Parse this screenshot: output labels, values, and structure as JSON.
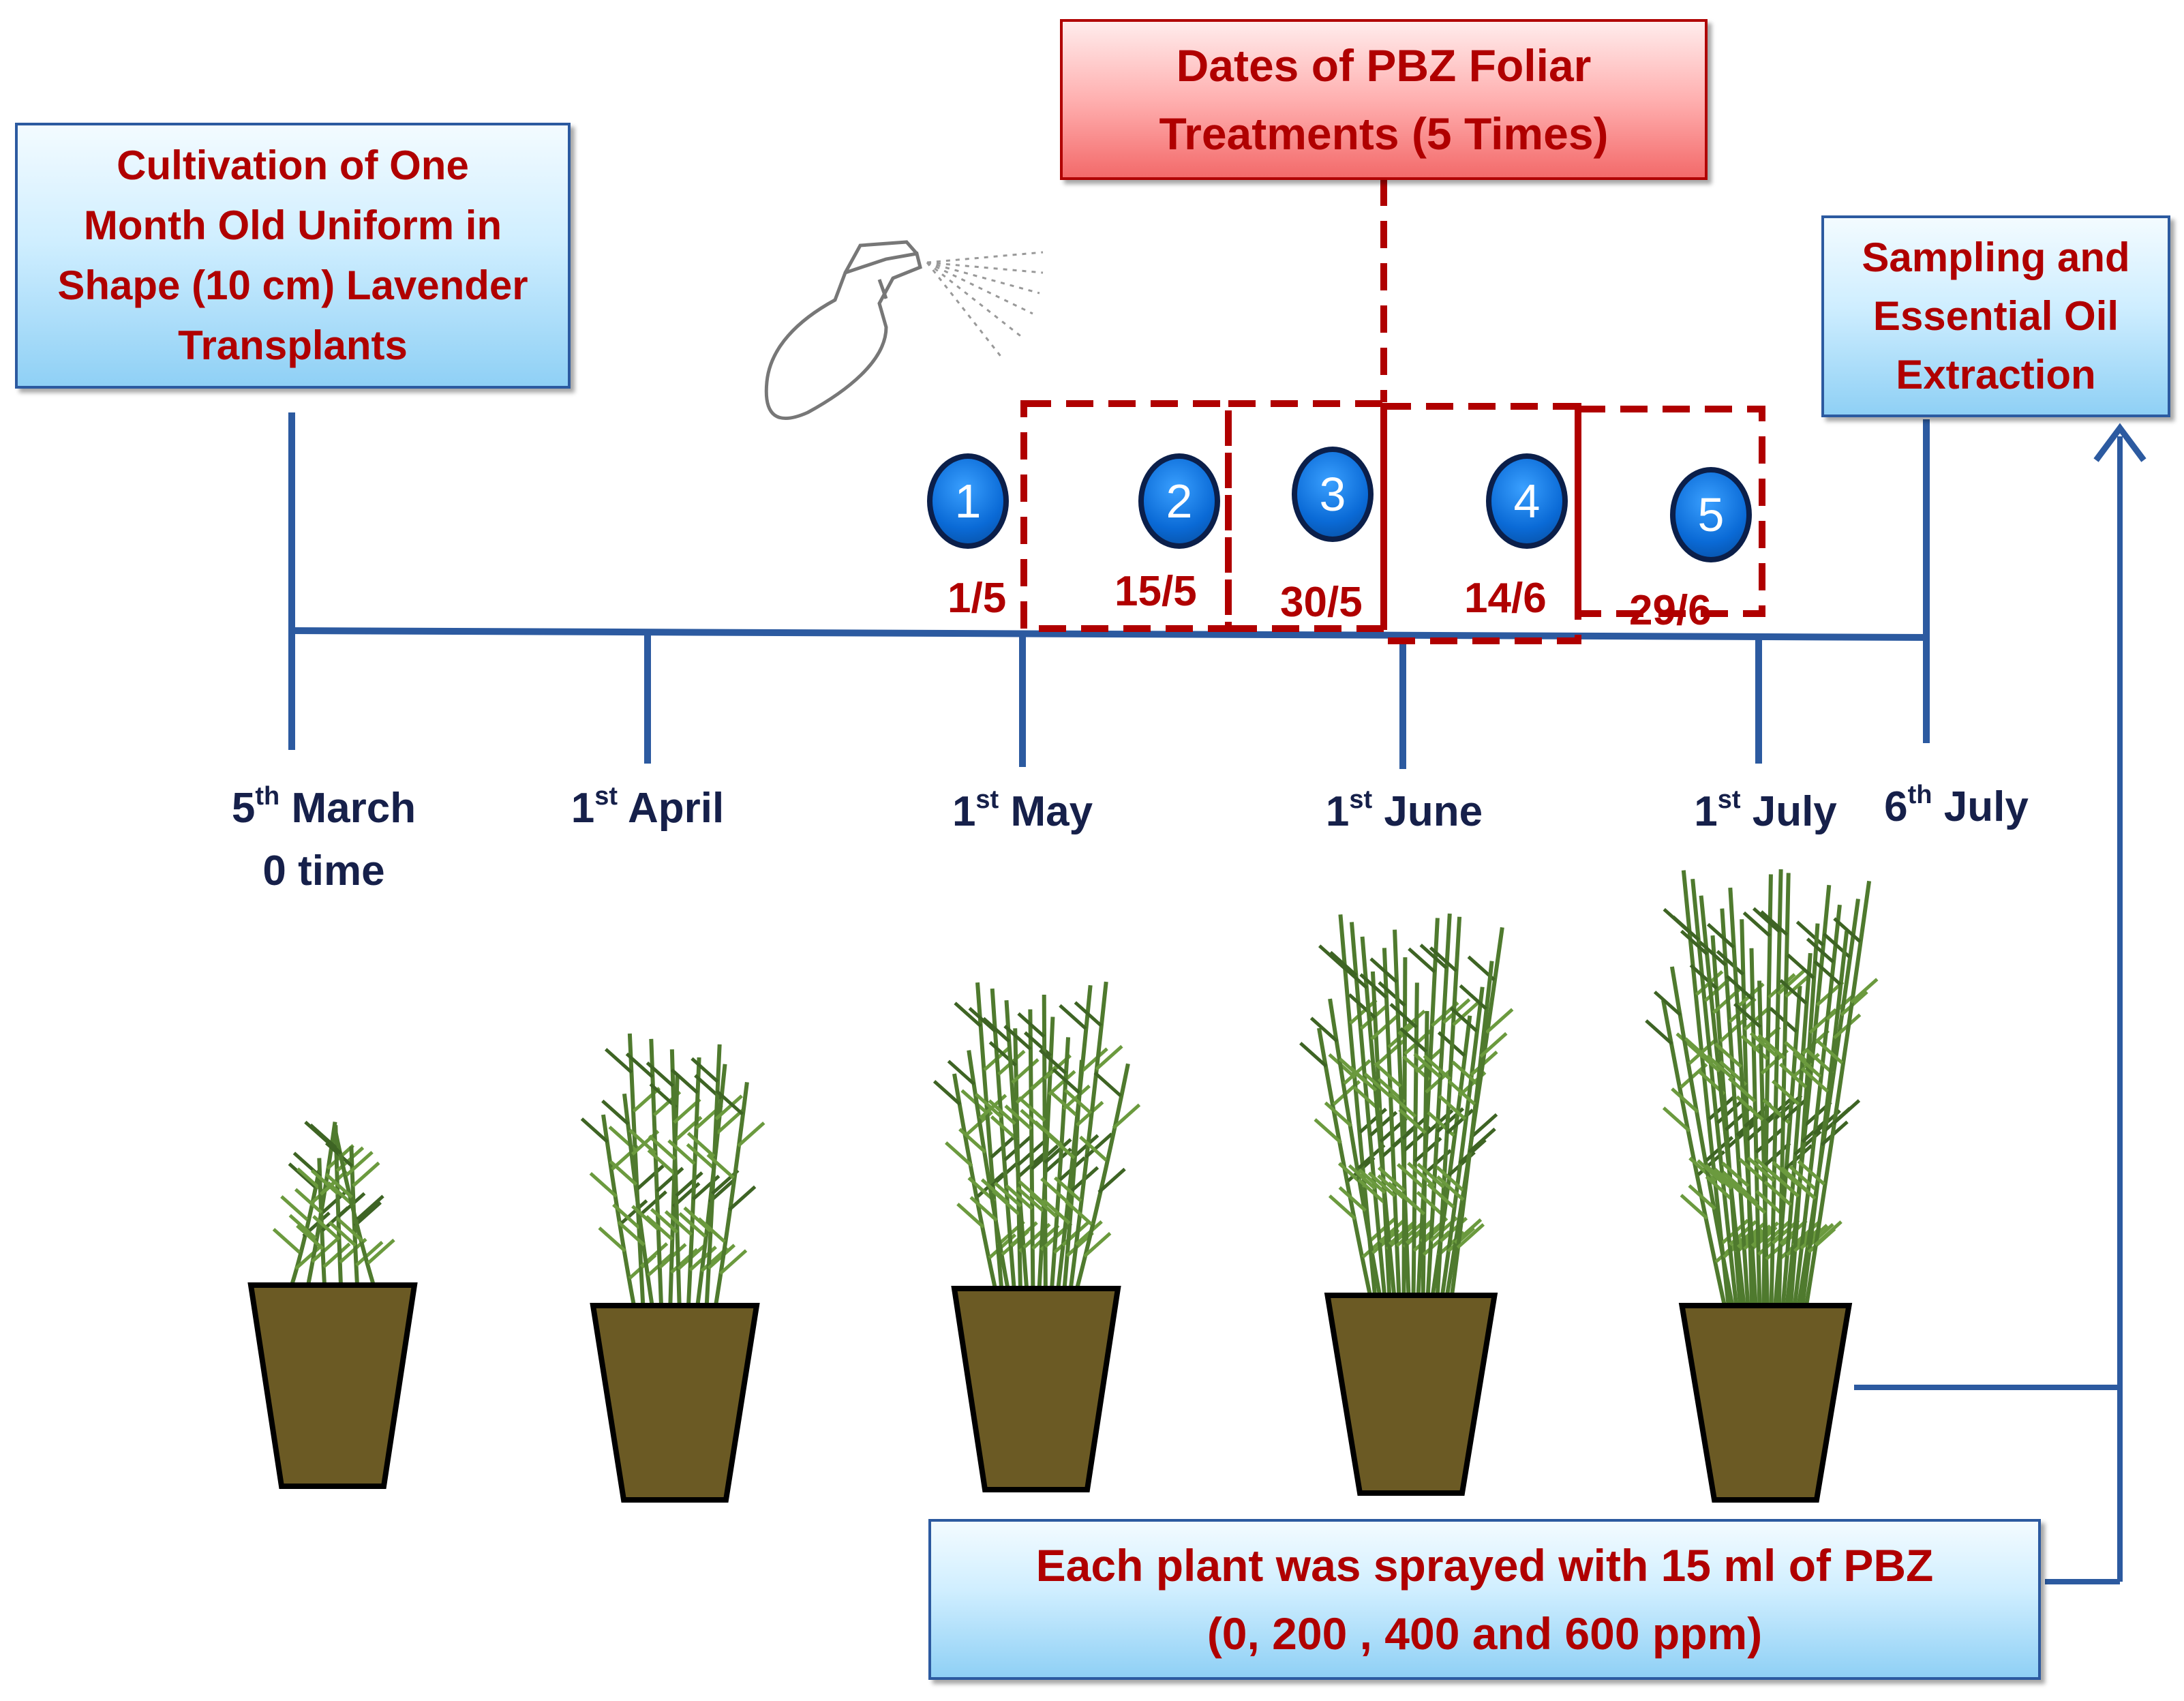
{
  "boxes": {
    "cultivation": [
      "Cultivation of One",
      "Month Old Uniform in",
      "Shape  (10 cm) Lavender",
      "Transplants"
    ],
    "treatments": [
      "Dates of PBZ Foliar",
      "Treatments  (5 Times)"
    ],
    "sampling": [
      "Sampling and",
      "Essential Oil",
      "Extraction"
    ],
    "spray_note": [
      "Each plant  was sprayed  with 15 ml of  PBZ",
      "(0, 200 , 400 and 600 ppm)"
    ]
  },
  "timeline": {
    "march": {
      "num": "5",
      "sup": "th",
      "rest": " March",
      "line2": "0 time"
    },
    "april": {
      "num": "1",
      "sup": "st",
      "rest": "  April"
    },
    "may": {
      "num": "1",
      "sup": "st",
      "rest": "  May"
    },
    "june": {
      "num": "1",
      "sup": "st",
      "rest": " June"
    },
    "july1": {
      "num": "1",
      "sup": "st",
      "rest": "  July"
    },
    "july6": {
      "num": "6",
      "sup": "th",
      "rest": " July"
    }
  },
  "treatments": [
    {
      "n": "1",
      "date": "1/5"
    },
    {
      "n": "2",
      "date": "15/5"
    },
    {
      "n": "3",
      "date": "30/5"
    },
    {
      "n": "4",
      "date": "14/6"
    },
    {
      "n": "5",
      "date": "29/6"
    }
  ],
  "colors": {
    "timeline": "#2c5aa0",
    "dashed": "#b00000",
    "pot": "#6b5a24",
    "leaf": "#4f7a2e",
    "text_red": "#b00000",
    "text_dark": "#16204a"
  }
}
